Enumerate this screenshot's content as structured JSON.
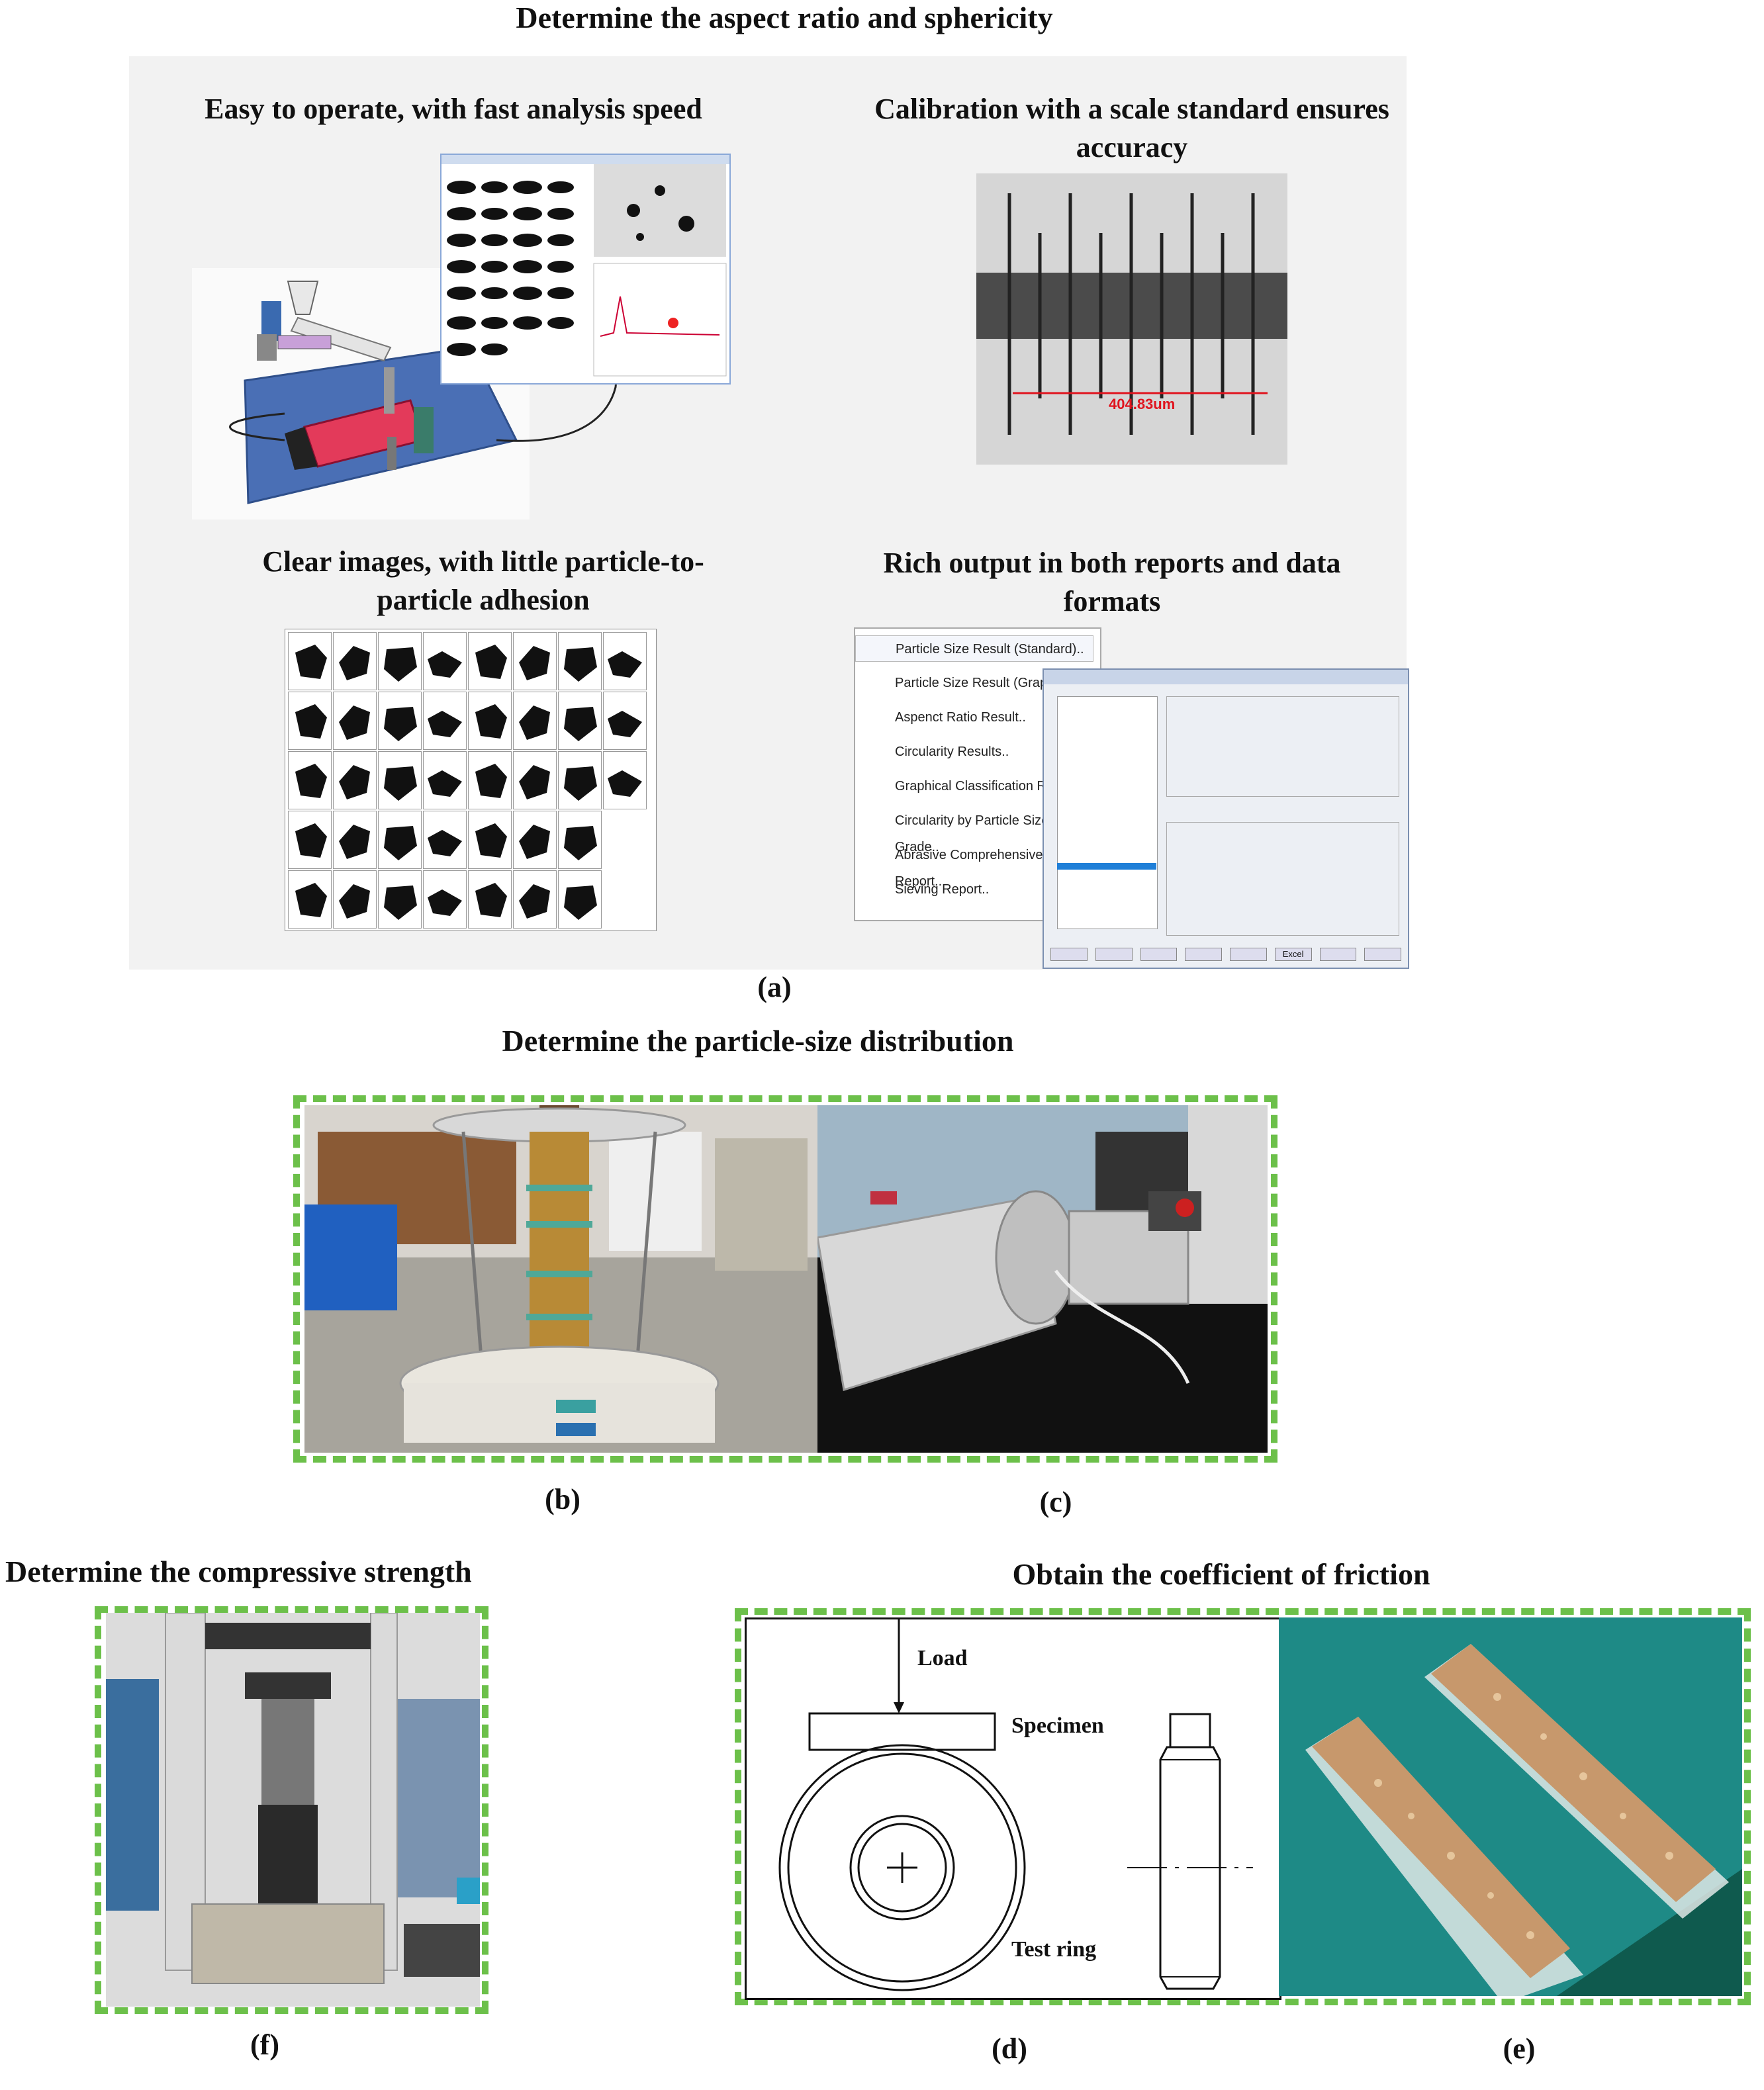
{
  "headings": {
    "aspect_ratio": "Determine the aspect ratio and sphericity",
    "particle_size": "Determine the particle-size distribution",
    "compressive": "Determine the compressive strength",
    "friction": "Obtain the coefficient of friction"
  },
  "panel_a": {
    "easy_operate": "Easy to operate, with fast analysis speed",
    "calibration": "Calibration with a scale standard ensures accuracy",
    "clear_images": "Clear images, with little particle-to-particle adhesion",
    "rich_output": "Rich output in both reports and data formats",
    "scale_reading": "404.83um",
    "menu_items": [
      "Particle Size Result (Standard)..",
      "Particle Size Result (Graphical)..",
      "Aspenct Ratio Result..",
      "Circularity Results..",
      "Graphical Classification Results..",
      "Circularity by Particle Size Grade..",
      "Abrasive Comprehensive Report..",
      "Sieving Report.."
    ],
    "software_buttons": [
      "Excel"
    ]
  },
  "diagram_d": {
    "load": "Load",
    "specimen": "Specimen",
    "test_ring": "Test ring"
  },
  "captions": {
    "a": "(a)",
    "b": "(b)",
    "c": "(c)",
    "d": "(d)",
    "e": "(e)",
    "f": "(f)"
  },
  "colors": {
    "dash_border": "#6cc04a",
    "panel_bg": "#f2f2f2",
    "scale_red": "#e0141e"
  }
}
